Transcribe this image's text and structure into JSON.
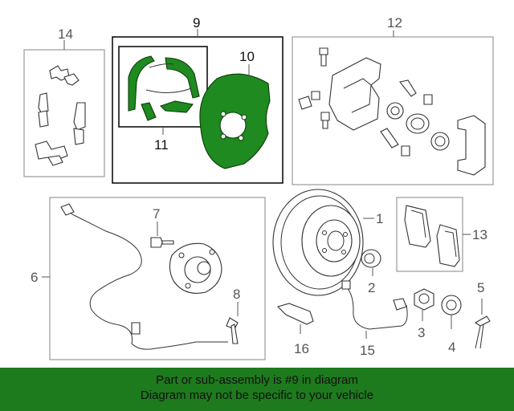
{
  "callouts": {
    "c1": "1",
    "c2": "2",
    "c3": "3",
    "c4": "4",
    "c5": "5",
    "c6": "6",
    "c7": "7",
    "c8": "8",
    "c9": "9",
    "c10": "10",
    "c11": "11",
    "c12": "12",
    "c13": "13",
    "c14": "14",
    "c15": "15",
    "c16": "16"
  },
  "banner": {
    "line1": "Part or sub-assembly is #9 in diagram",
    "line2": "Diagram may not be specific to your vehicle"
  },
  "colors": {
    "highlight": "#1f8a1f",
    "banner": "#1d7a1d"
  }
}
